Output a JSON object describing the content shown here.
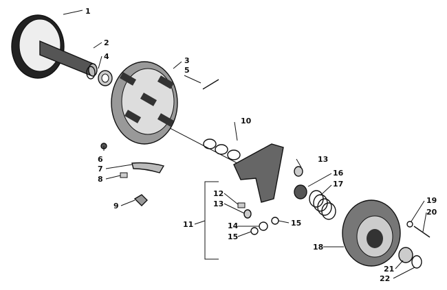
{
  "diagram": {
    "callouts": {
      "c1": "1",
      "c2": "2",
      "c3": "3",
      "c4": "4",
      "c5": "5",
      "c6": "6",
      "c7": "7",
      "c8": "8",
      "c9": "9",
      "c10": "10",
      "c11": "11",
      "c12": "12",
      "c13a": "13",
      "c13b": "13",
      "c14": "14",
      "c15a": "15",
      "c15b": "15",
      "c16": "16",
      "c17": "17",
      "c18": "18",
      "c19": "19",
      "c20": "20",
      "c21": "21",
      "c22": "22"
    }
  }
}
